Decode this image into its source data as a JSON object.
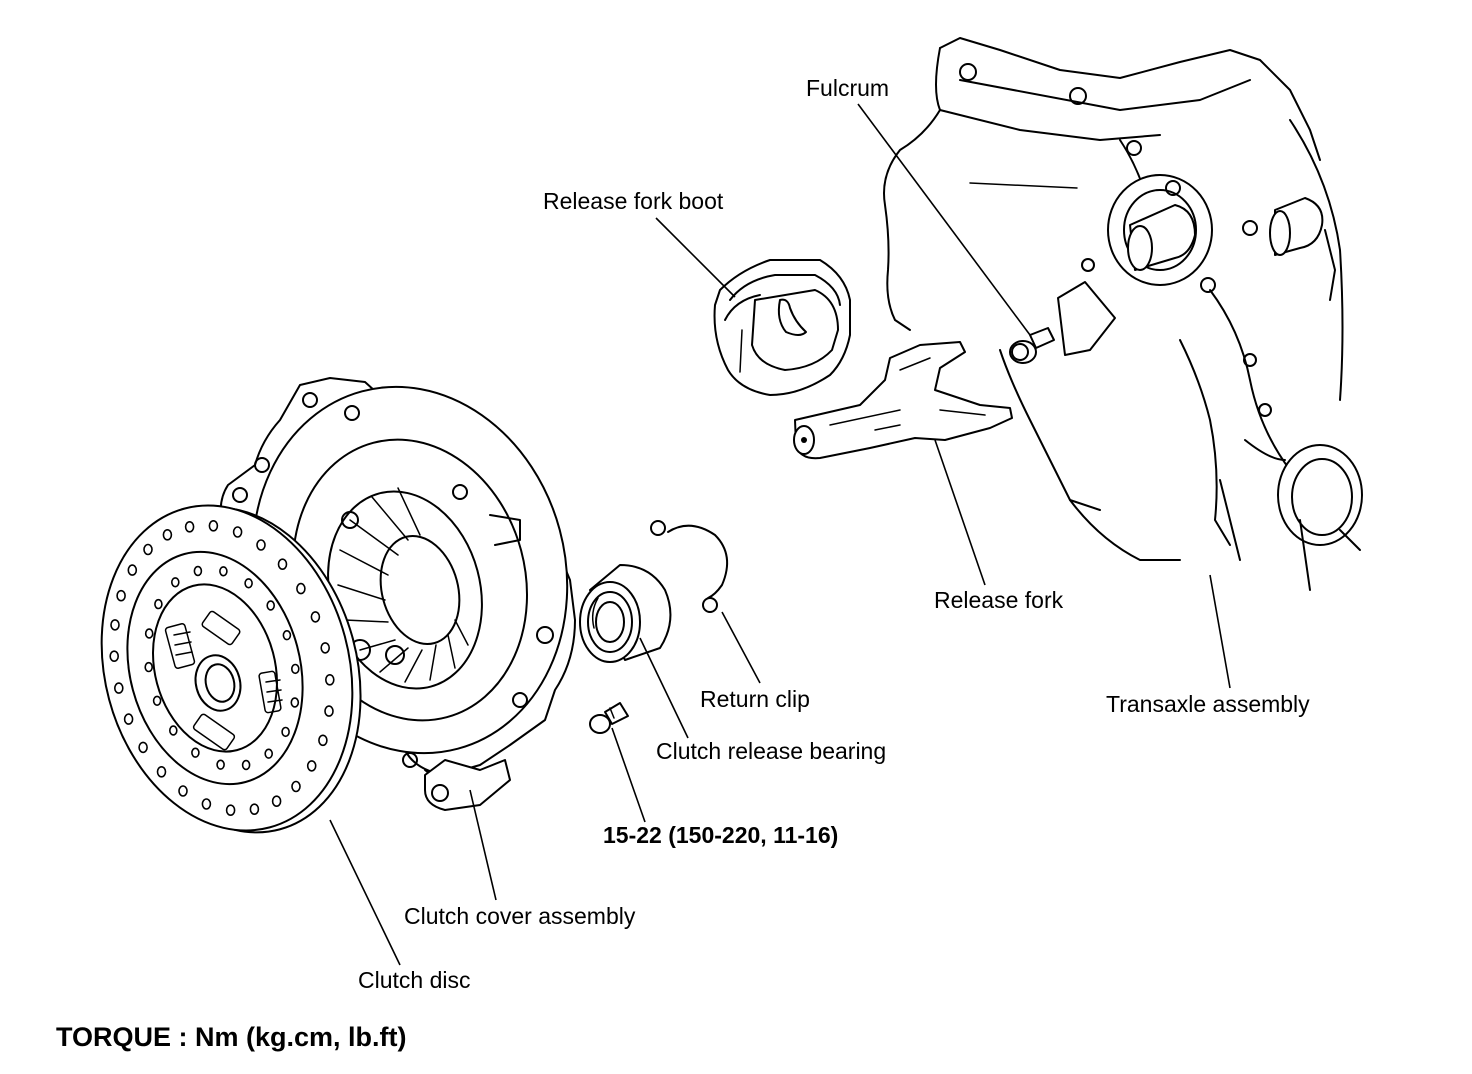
{
  "labels": {
    "fulcrum": "Fulcrum",
    "release_fork_boot": "Release fork boot",
    "release_fork": "Release fork",
    "return_clip": "Return clip",
    "clutch_release_bearing": "Clutch release bearing",
    "transaxle_assembly": "Transaxle assembly",
    "torque_value": "15-22 (150-220, 11-16)",
    "clutch_cover_assembly": "Clutch cover assembly",
    "clutch_disc": "Clutch disc"
  },
  "footer": {
    "torque_units": "TORQUE : Nm (kg.cm, lb.ft)"
  }
}
